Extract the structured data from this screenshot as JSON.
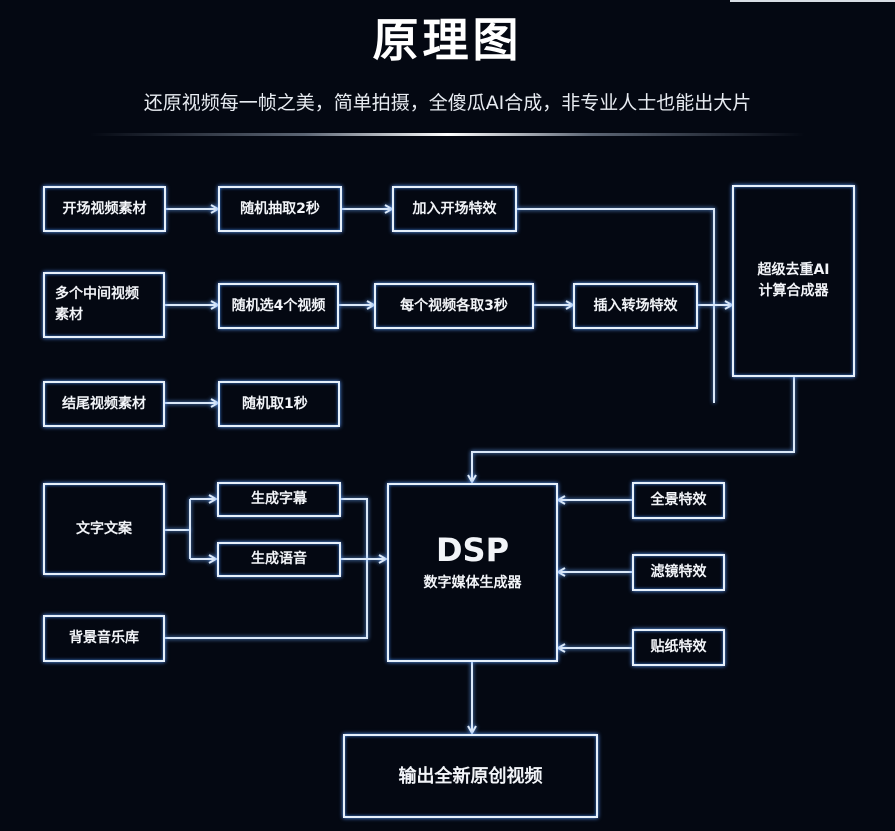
{
  "header": {
    "title": "原理图",
    "subtitle": "还原视频每一帧之美，简单拍摄，全傻瓜AI合成，非专业人士也能出大片"
  },
  "row1": {
    "source": "开场视频素材",
    "step1": "随机抽取2秒",
    "step2": "加入开场特效"
  },
  "row2": {
    "source": "多个中间视频素材",
    "step1": "随机选4个视频",
    "step2": "每个视频各取3秒",
    "step3": "插入转场特效"
  },
  "row3": {
    "source": "结尾视频素材",
    "step1": "随机取1秒"
  },
  "synth": {
    "label": "超级去重AI计算合成器"
  },
  "text_branch": {
    "source": "文字文案",
    "subtitle_gen": "生成字幕",
    "voice_gen": "生成语音"
  },
  "music": {
    "source": "背景音乐库"
  },
  "dsp": {
    "title": "DSP",
    "subtitle": "数字媒体生成器"
  },
  "effects": [
    "全景特效",
    "滤镜特效",
    "贴纸特效"
  ],
  "output": {
    "label": "输出全新原创视频"
  },
  "colors": {
    "background": "#040812",
    "line": "#dbe8f8",
    "glow": "#5f9eff"
  }
}
